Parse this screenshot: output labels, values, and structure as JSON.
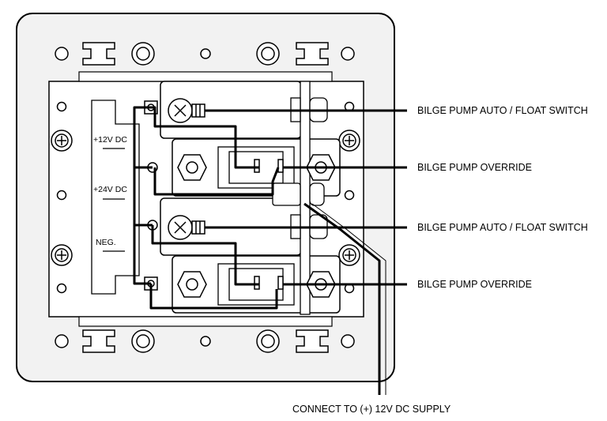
{
  "callouts": {
    "auto_float_1": "BILGE PUMP AUTO / FLOAT SWITCH",
    "override_1": "BILGE PUMP OVERRIDE",
    "auto_float_2": "BILGE PUMP AUTO / FLOAT SWITCH",
    "override_2": "BILGE PUMP OVERRIDE",
    "supply": "CONNECT TO (+) 12V DC SUPPLY"
  },
  "bus_labels": {
    "v12": "+12V DC",
    "v24": "+24V DC",
    "neg": "NEG."
  },
  "colors": {
    "line": "#000000",
    "panel_fill": "#f2f2f2",
    "background": "#ffffff"
  }
}
